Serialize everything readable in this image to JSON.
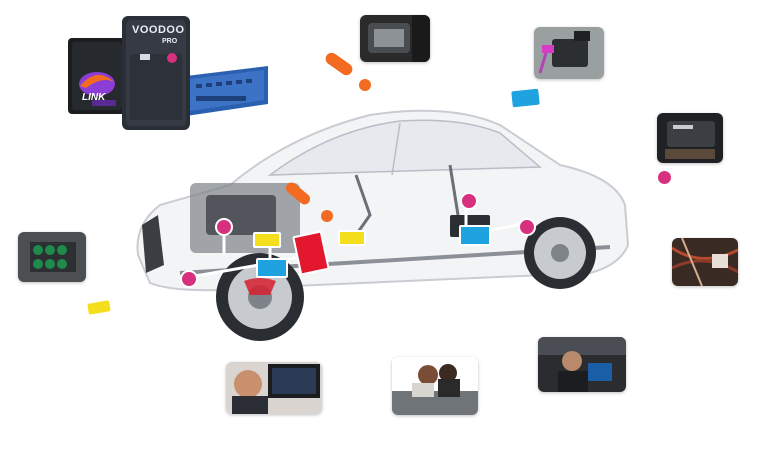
{
  "products": {
    "voodoo_label": "VOODOO",
    "voodoo_sub": "PRO",
    "link_label": "LINK"
  },
  "colors": {
    "orange": "#f26b21",
    "blue": "#1fa3e0",
    "yellow": "#f5df1c",
    "magenta": "#d6307e",
    "red": "#e3172d"
  },
  "icons": {
    "ecu_units": "ecu-hardware-image",
    "car": "car-cutaway-illustration"
  }
}
